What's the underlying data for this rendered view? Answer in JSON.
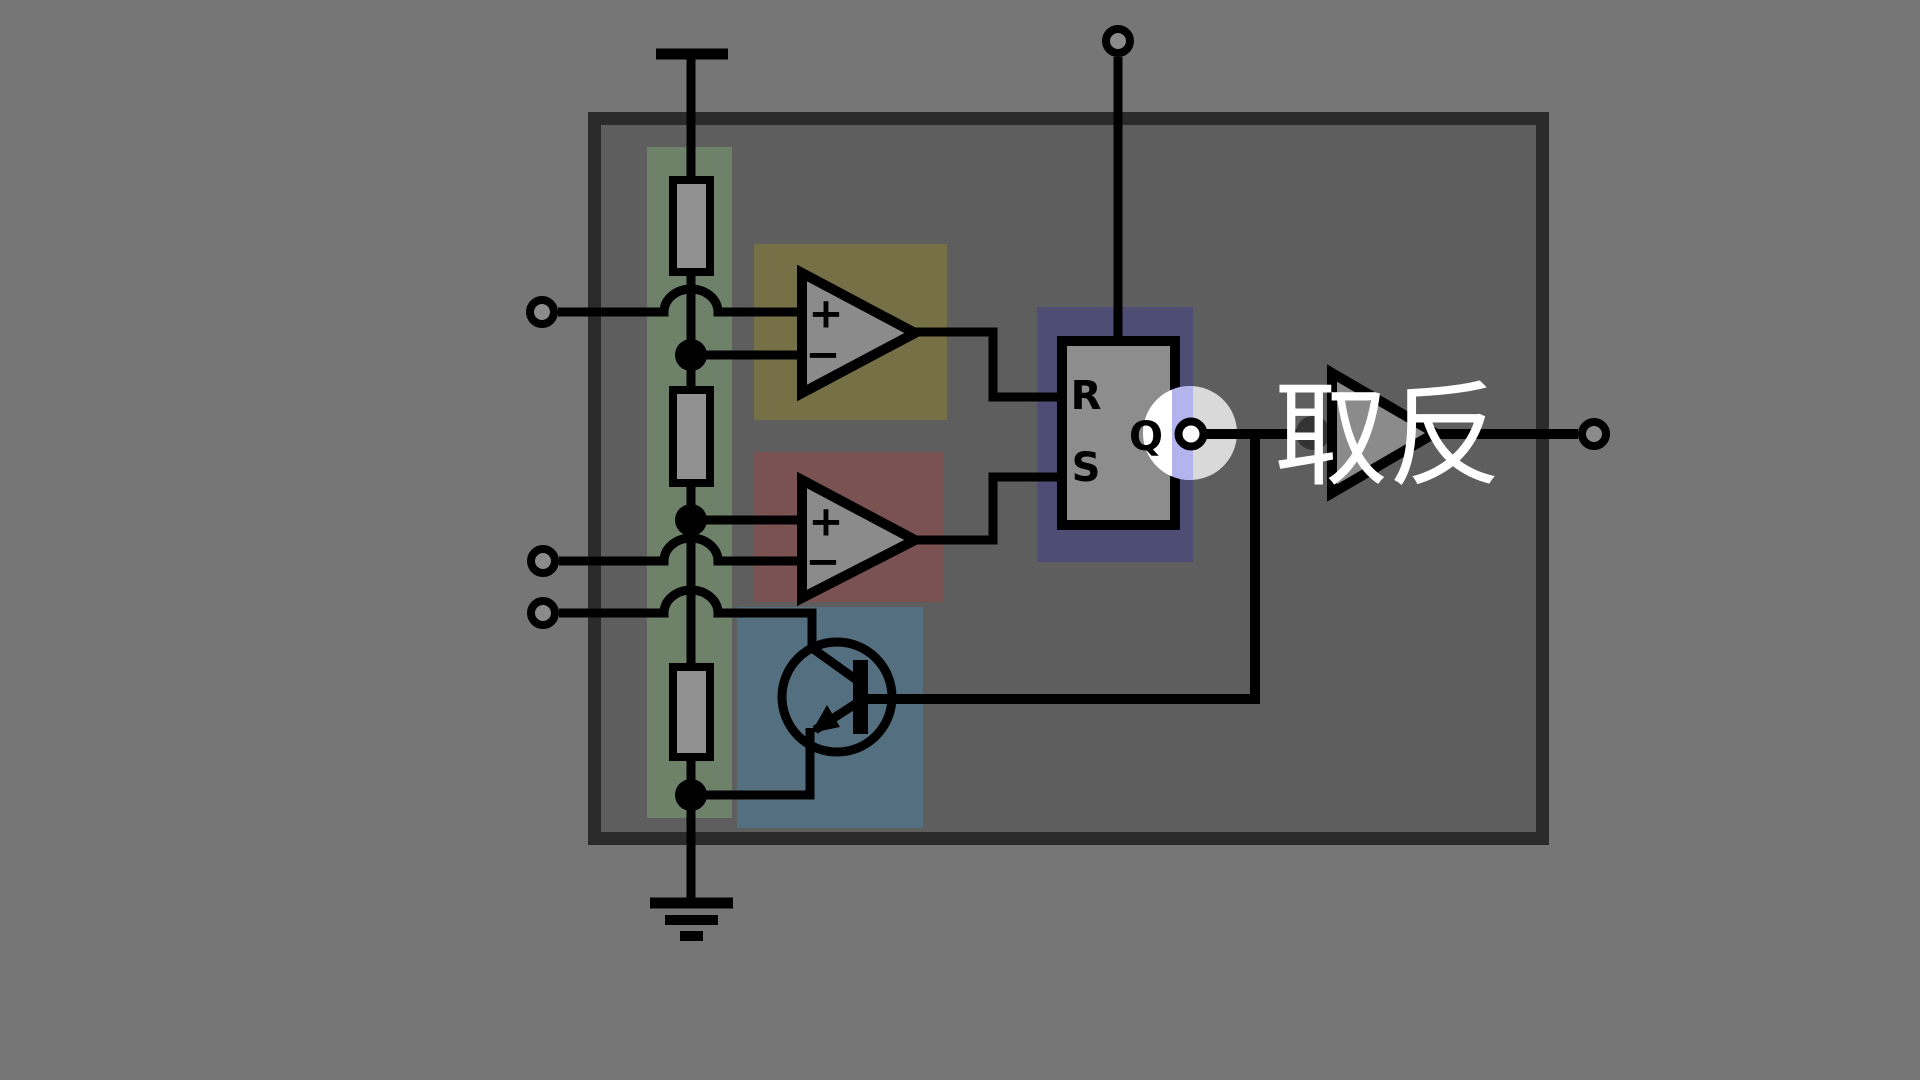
{
  "annotation": {
    "text": "取反"
  },
  "flip_flop": {
    "reset_label": "R",
    "set_label": "S",
    "output_label": "Q"
  },
  "comparator_labels": {
    "plus": "+",
    "minus": "−"
  },
  "colors": {
    "background": "#767676",
    "ic_fill": "#5e5e5e",
    "ic_border": "#2b2b2b",
    "divider_highlight": "#6d8268",
    "threshold_comparator_highlight": "#757046",
    "trigger_comparator_highlight": "#7a5252",
    "transistor_highlight": "#547080",
    "flipflop_highlight": "#4e4d73",
    "component_fill": "#8b8b8b",
    "resistor_fill": "#919191",
    "flipflop_fill": "#8d8d8d",
    "spotlight_white": "#ffffff",
    "spotlight_lavender": "#b3b3ee",
    "spotlight_gray": "#d9d9d9",
    "inverter_bubble": "#333333",
    "annotation_color": "#ffffff",
    "wire": "#000000"
  }
}
